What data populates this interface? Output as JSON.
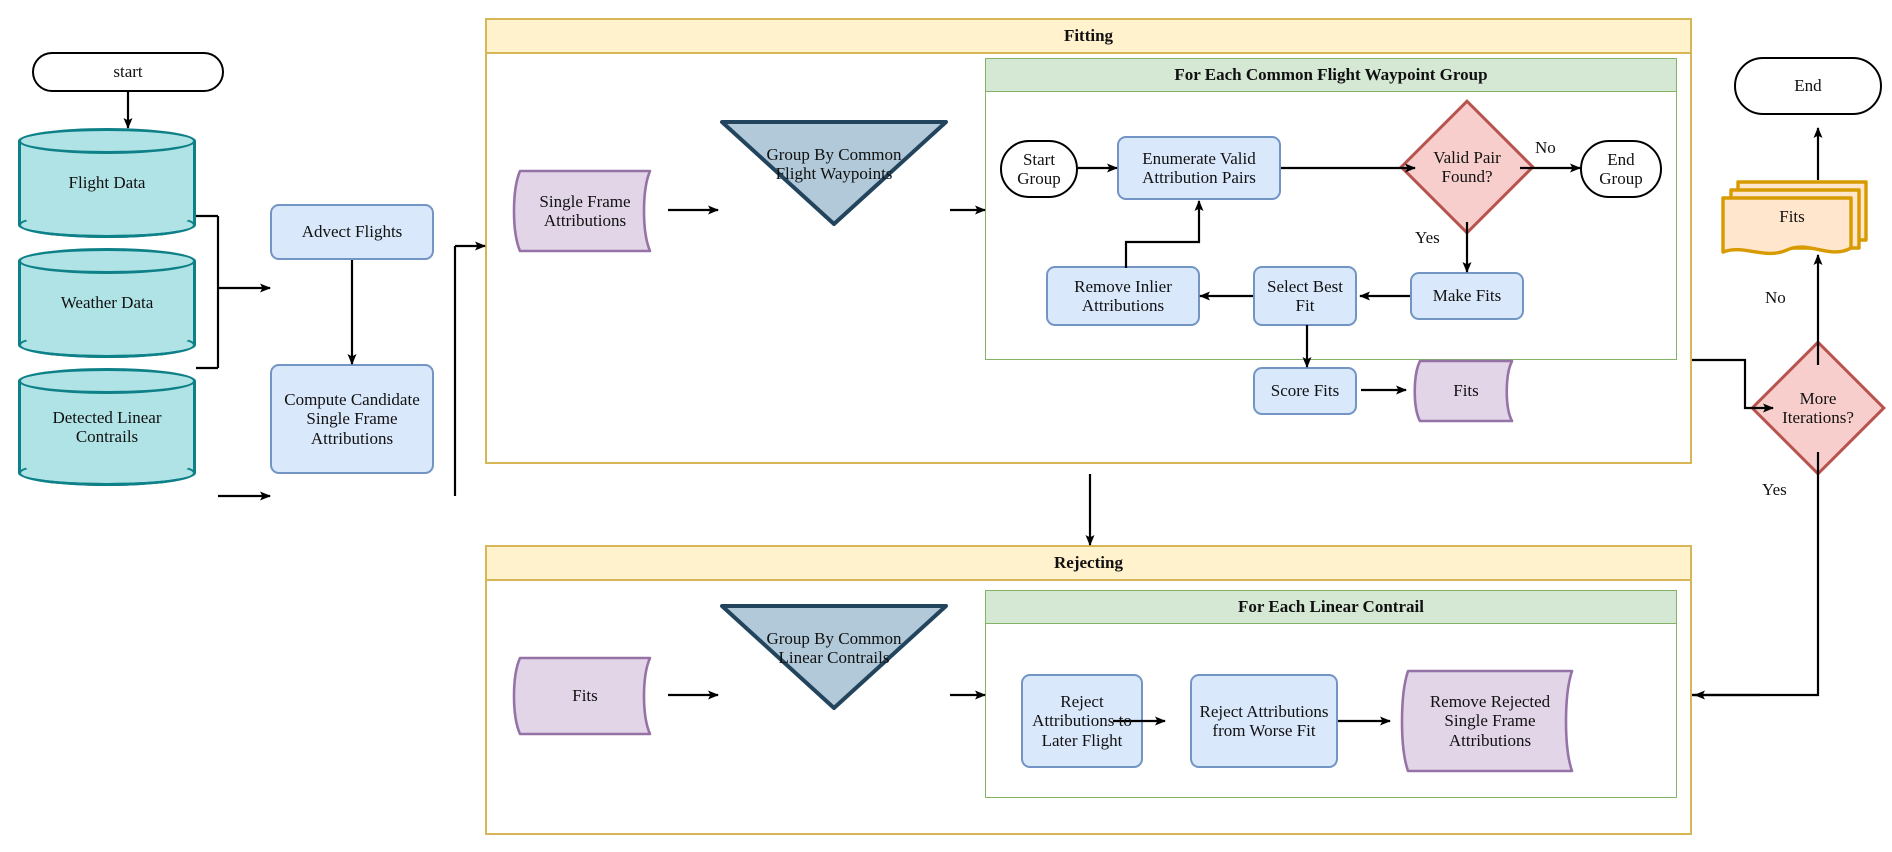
{
  "diagram": {
    "title": "Contrail attribution pipeline flowchart",
    "colors": {
      "pool_border": "#d6b656",
      "pool_header": "#fff2cc",
      "loop_border": "#82b366",
      "loop_header": "#d5e8d4",
      "process_fill": "#dae8fc",
      "process_border": "#7295c4",
      "decision_fill": "#f8cecc",
      "decision_border": "#b85450",
      "database_fill": "#b0e3e6",
      "database_border": "#0e8088",
      "data_fill": "#e1d5e7",
      "data_border": "#9673a6",
      "triangle_fill": "#b1c9d8",
      "triangle_border": "#23445d",
      "multidoc_fill": "#ffe6cc",
      "multidoc_border": "#d79b00",
      "edge": "#000000"
    },
    "containers": {
      "fitting": "Fitting",
      "rejecting": "Rejecting",
      "for_each_group": "For Each Common Flight Waypoint Group",
      "for_each_contrail": "For Each Linear Contrail"
    },
    "nodes": {
      "start": "start",
      "flight_data": "Flight Data",
      "weather_data": "Weather Data",
      "detected_contrails": "Detected Linear Contrails",
      "advect_flights": "Advect Flights",
      "compute_candidate": "Compute Candidate Single Frame Attributions",
      "single_frame_attributions": "Single Frame Attributions",
      "group_by_waypoints": "Group By Common Flight Waypoints",
      "start_group": "Start Group",
      "enumerate_pairs": "Enumerate Valid Attribution Pairs",
      "valid_pair_found": "Valid Pair Found?",
      "end_group": "End Group",
      "make_fits": "Make Fits",
      "select_best_fit": "Select Best Fit",
      "remove_inlier": "Remove Inlier Attributions",
      "score_fits": "Score Fits",
      "fits_store_fitting": "Fits",
      "fits_store_rejecting": "Fits",
      "group_by_contrails": "Group By Common Linear Contrails",
      "reject_later_flight": "Reject Attributions to Later Flight",
      "reject_worse_fit": "Reject Attributions from Worse Fit",
      "remove_rejected": "Remove Rejected Single Frame Attributions",
      "more_iterations": "More Iterations?",
      "fits_multi": "Fits",
      "end": "End"
    },
    "edge_labels": {
      "no_valid_pair": "No",
      "yes_valid_pair": "Yes",
      "no_more_iterations": "No",
      "yes_more_iterations": "Yes"
    }
  }
}
